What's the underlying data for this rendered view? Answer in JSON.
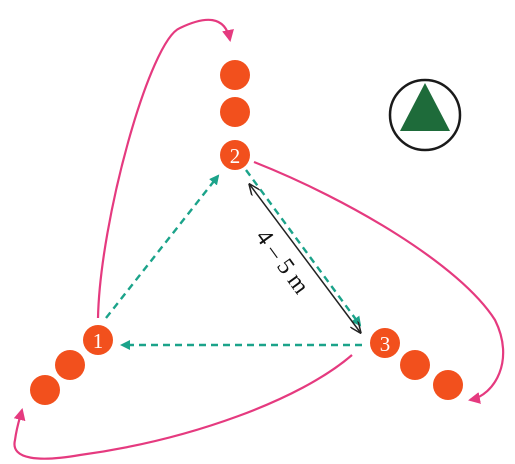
{
  "diagram": {
    "stations": [
      {
        "label": "1"
      },
      {
        "label": "2"
      },
      {
        "label": "3"
      }
    ],
    "distance_label": "4 – 5 m",
    "icon": "green-triangle-in-circle-icon",
    "colors": {
      "player": "#F2501D",
      "pass_line": "#1BA38A",
      "run_line": "#E53A7F",
      "distance_line": "#222222",
      "icon_triangle": "#1E6B3A",
      "icon_ring": "#1A1A1A"
    }
  }
}
